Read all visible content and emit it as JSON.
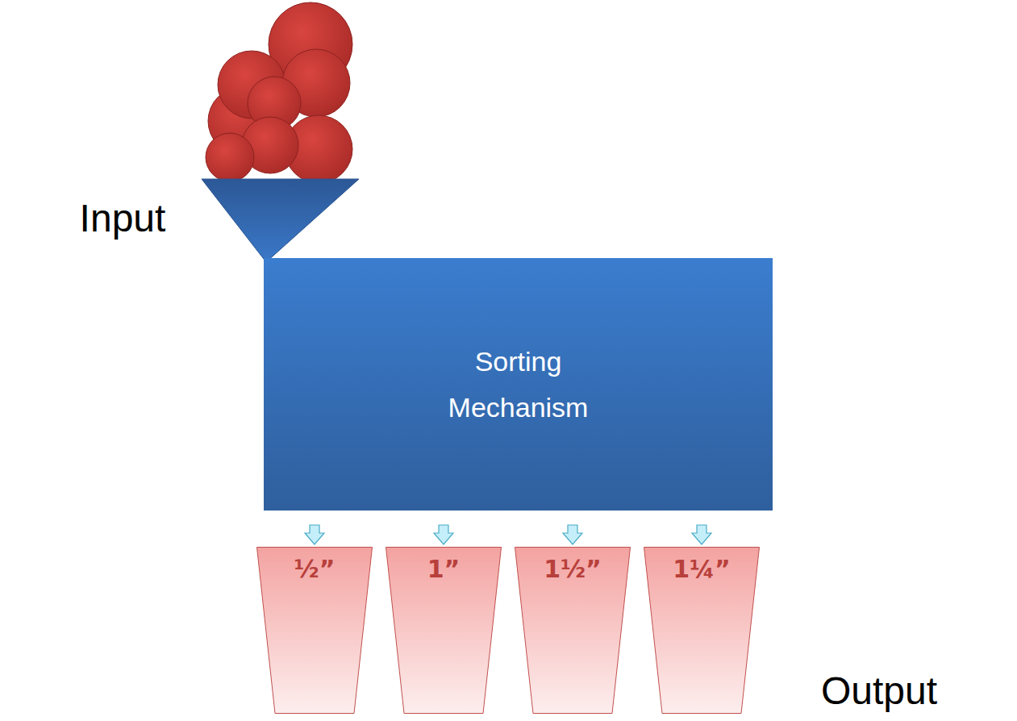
{
  "diagram": {
    "nodes": [
      {
        "text": [
          "Sorting Mechanism"
        ]
      },
      {
        "text": [
          "½”"
        ]
      },
      {
        "text": [
          "1”"
        ]
      },
      {
        "text": [
          "1½”"
        ]
      },
      {
        "text": [
          "1¼”"
        ]
      }
    ],
    "edges": [
      {
        "from": 0,
        "to": 1,
        "arrow": "to"
      },
      {
        "from": 0,
        "to": 2,
        "arrow": "to"
      },
      {
        "from": 0,
        "to": 3,
        "arrow": "to"
      },
      {
        "from": 0,
        "to": 4,
        "arrow": "to"
      }
    ],
    "labels": [
      "Input",
      "Output"
    ]
  }
}
